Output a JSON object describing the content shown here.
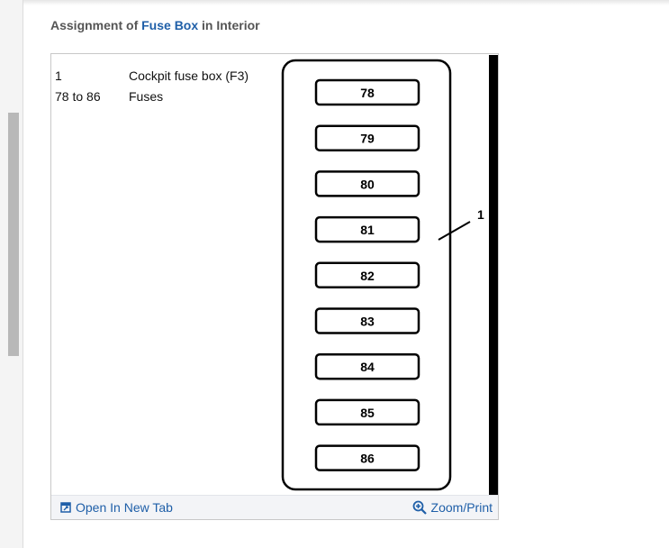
{
  "heading": {
    "prefix": "Assignment of ",
    "link": "Fuse Box",
    "suffix": " in Interior"
  },
  "legend": [
    {
      "key": "1",
      "desc": "Cockpit fuse box (F3)"
    },
    {
      "key": "78 to 86",
      "desc": "Fuses"
    }
  ],
  "diagram": {
    "fuses": [
      "78",
      "79",
      "80",
      "81",
      "82",
      "83",
      "84",
      "85",
      "86"
    ],
    "callout": "1"
  },
  "footer": {
    "open_tab": "Open In New Tab",
    "zoom": "Zoom/Print",
    "open_tab_icon": "open-in-new-tab-icon",
    "zoom_icon": "zoom-in-icon"
  },
  "colors": {
    "accent": "#1f5fa8",
    "heading": "#555555"
  }
}
